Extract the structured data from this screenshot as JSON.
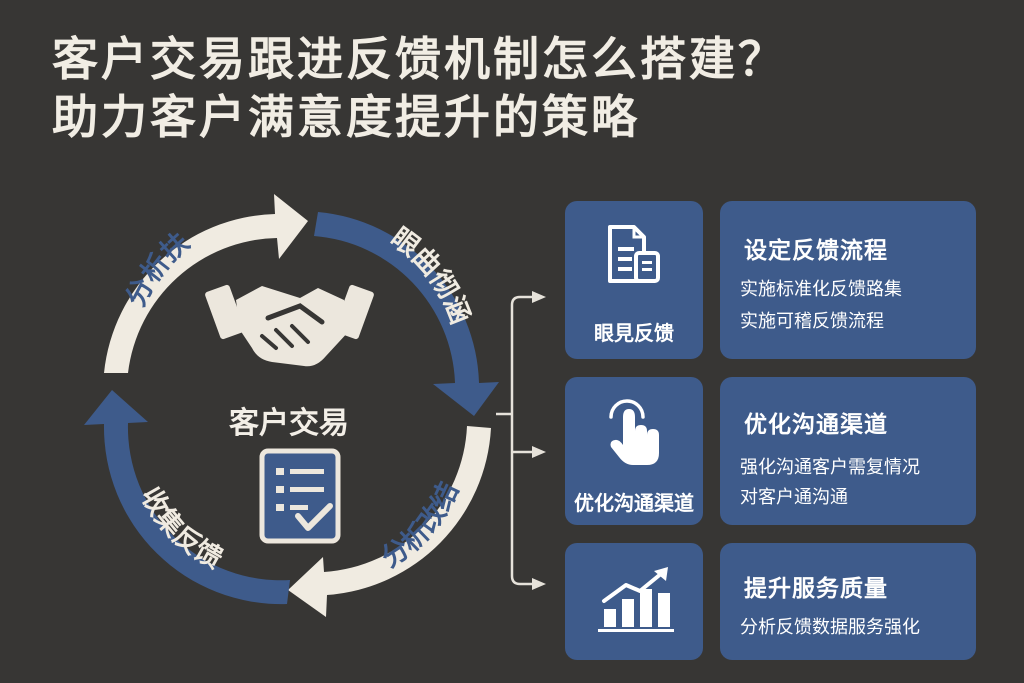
{
  "title": {
    "line1": "客户交易跟进反馈机制怎么搭建？",
    "line2": "助力客户满意度提升的策略"
  },
  "cycle": {
    "center_label": "客户交易",
    "segments": [
      {
        "label": "分析扶"
      },
      {
        "label": "眼曲彻涵"
      },
      {
        "label": "分析改结"
      },
      {
        "label": "收集反馈"
      }
    ]
  },
  "cards": [
    {
      "icon": "document-icon",
      "icon_label": "眼見反馈",
      "heading": "设定反馈流程",
      "lines": [
        "实施标准化反馈路集",
        "实施可稽反馈流程"
      ]
    },
    {
      "icon": "pointer-hand-icon",
      "icon_label": "优化沟通渠道",
      "heading": "优化沟通渠道",
      "lines": [
        "强化沟通客户需复情况",
        "对客户通沟通"
      ]
    },
    {
      "icon": "growth-chart-icon",
      "icon_label": "",
      "heading": "提升服务质量",
      "lines": [
        "分析反馈数据服务强化"
      ]
    }
  ],
  "colors": {
    "background": "#373634",
    "card": "#3e5b8b",
    "arrow_cream": "#f0ebe1",
    "arrow_blue": "#3e5b8b",
    "connector": "#e6e2da"
  }
}
